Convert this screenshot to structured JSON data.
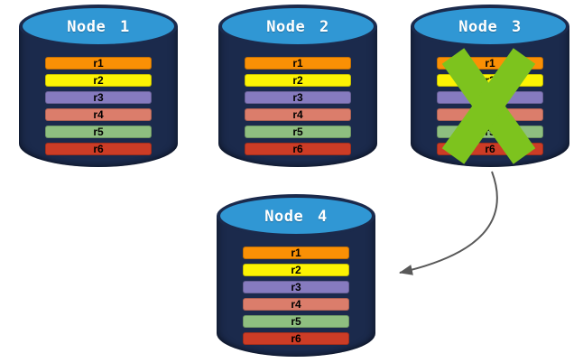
{
  "diagram": {
    "description": "Database replication diagram: four database nodes each holding rows r1-r6; Node 3 is crossed out (failed) with an arrow indicating failover of its data to Node 4",
    "colors": {
      "cylinder_body": "#1B2A4C",
      "cylinder_top": "#3097D4",
      "node_label_text": "#FFFFFF",
      "row_label_text": "#000000",
      "failure_x": "#7DC31E",
      "arrow": "#595959"
    },
    "rows": [
      {
        "label": "r1",
        "color": "#FA9005"
      },
      {
        "label": "r2",
        "color": "#FCF303"
      },
      {
        "label": "r3",
        "color": "#867BBF"
      },
      {
        "label": "r4",
        "color": "#DB7D6B"
      },
      {
        "label": "r5",
        "color": "#8EBF80"
      },
      {
        "label": "r6",
        "color": "#CC3C26"
      }
    ],
    "nodes": [
      {
        "id": "node-1",
        "label": "Node 1",
        "failed": false
      },
      {
        "id": "node-2",
        "label": "Node 2",
        "failed": false
      },
      {
        "id": "node-3",
        "label": "Node 3",
        "failed": true
      },
      {
        "id": "node-4",
        "label": "Node 4",
        "failed": false
      }
    ],
    "arrow": {
      "from": "node-3",
      "to": "node-4"
    }
  }
}
